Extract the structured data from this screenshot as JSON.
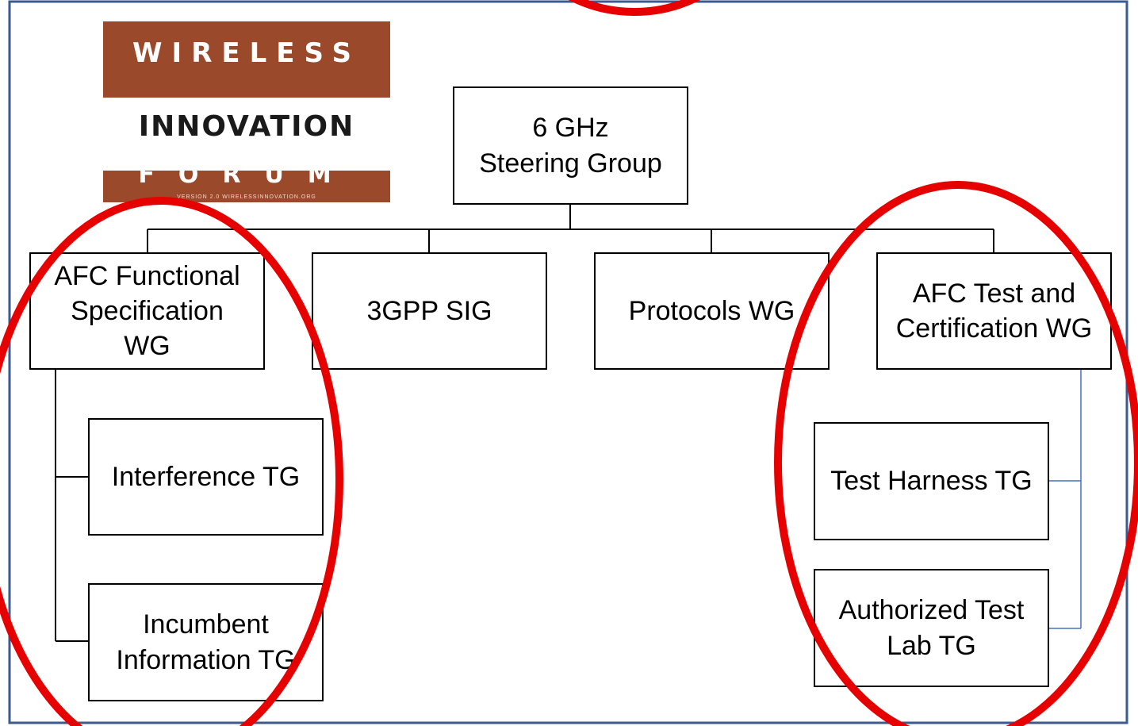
{
  "colors": {
    "frame": "#3b5a8f",
    "connector_right": "#4472c4",
    "highlight_ellipse": "#e60000",
    "logo_brown": "#9a4a2a"
  },
  "logo": {
    "line1": "WIRELESS",
    "line2": "INNOVATION",
    "line3": "FORUM",
    "line4": "VERSION 2.0        WIRELESSINNOVATION.ORG"
  },
  "org_chart": {
    "root": "6 GHz\nSteering Group",
    "groups": [
      {
        "label": "AFC Functional\nSpecification\nWG",
        "highlighted": true,
        "children": [
          "Interference TG",
          "Incumbent\nInformation TG"
        ]
      },
      {
        "label": "3GPP SIG",
        "highlighted": false,
        "children": []
      },
      {
        "label": "Protocols WG",
        "highlighted": false,
        "children": []
      },
      {
        "label": "AFC Test and\nCertification WG",
        "highlighted": true,
        "children": [
          "Test Harness TG",
          "Authorized Test\nLab TG"
        ]
      }
    ]
  }
}
